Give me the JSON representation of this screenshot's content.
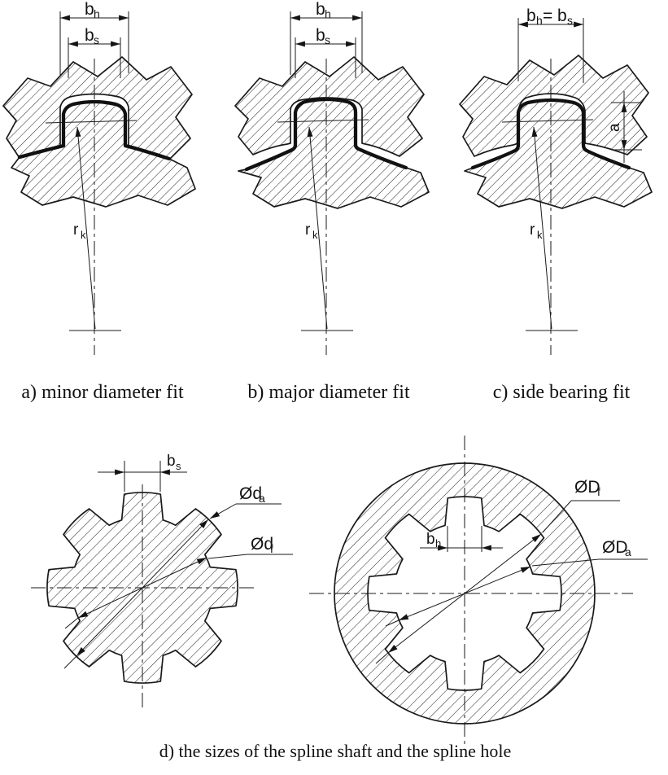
{
  "page": {
    "background": "#ffffff",
    "line_color": "#1a1a1a"
  },
  "captions": {
    "a": "a) minor diameter fit",
    "b": "b) major diameter fit",
    "c": "c) side bearing fit",
    "d": "d) the sizes of the spline shaft and the spline hole"
  },
  "dims": {
    "b": "b",
    "h": "h",
    "s": "s",
    "eq": "=",
    "r": "r",
    "k": "k",
    "a": "a",
    "f": "f",
    "dia_d": "Ød",
    "dia_D": "ØD"
  }
}
